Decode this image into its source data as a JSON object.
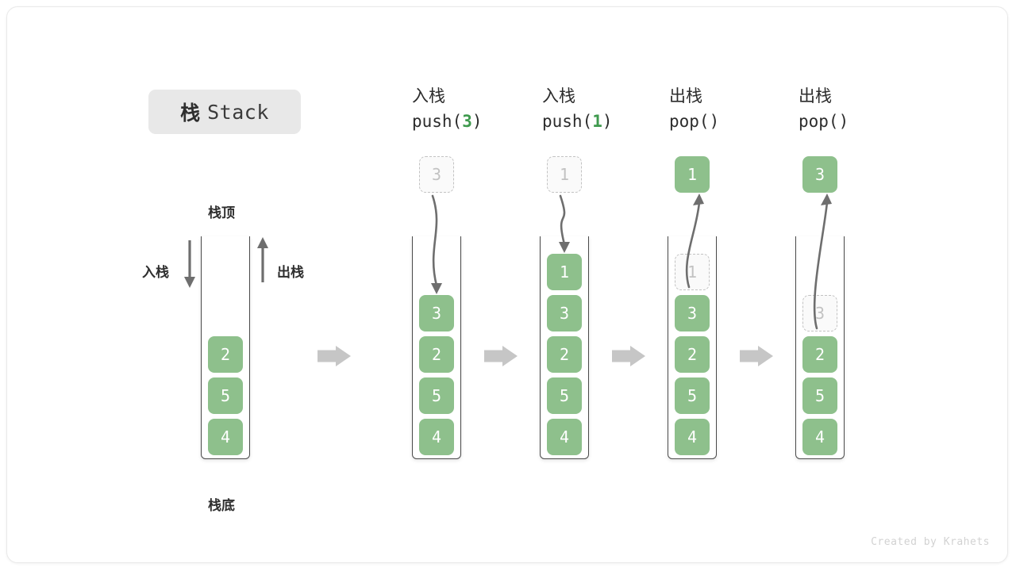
{
  "title": {
    "cn": "栈",
    "en": "Stack"
  },
  "footer": "Created by Krahets",
  "colors": {
    "tile_green": "#8ec08c",
    "accent_green": "#3f9a4e",
    "ghost_border": "#c2c2c2",
    "wall": "#4a4a4a",
    "arrow_gray": "#6e6e6e",
    "step_arrow_gray": "#c6c6c6",
    "chip_bg": "#e8e8e8"
  },
  "left_stack": {
    "label_top": "栈顶",
    "label_bottom": "栈底",
    "label_push": "入栈",
    "label_pop": "出栈",
    "push_arrow_direction": "down",
    "pop_arrow_direction": "up",
    "items": [
      "2",
      "5",
      "4"
    ]
  },
  "step_separator_icon": "right-block-arrow",
  "columns": [
    {
      "id": "push-3",
      "head_cn": "入栈",
      "head_code_prefix": "push(",
      "head_code_arg": "3",
      "head_code_suffix": ")",
      "external_tile": {
        "value": "3",
        "style": "ghost"
      },
      "arrow": "down-into-stack",
      "items": [
        {
          "value": "3",
          "style": "solid"
        },
        {
          "value": "2",
          "style": "solid"
        },
        {
          "value": "5",
          "style": "solid"
        },
        {
          "value": "4",
          "style": "solid"
        }
      ]
    },
    {
      "id": "push-1",
      "head_cn": "入栈",
      "head_code_prefix": "push(",
      "head_code_arg": "1",
      "head_code_suffix": ")",
      "external_tile": {
        "value": "1",
        "style": "ghost"
      },
      "arrow": "down-into-stack",
      "items": [
        {
          "value": "1",
          "style": "solid"
        },
        {
          "value": "3",
          "style": "solid"
        },
        {
          "value": "2",
          "style": "solid"
        },
        {
          "value": "5",
          "style": "solid"
        },
        {
          "value": "4",
          "style": "solid"
        }
      ]
    },
    {
      "id": "pop-1",
      "head_cn": "出栈",
      "head_code_prefix": "pop(",
      "head_code_arg": "",
      "head_code_suffix": ")",
      "external_tile": {
        "value": "1",
        "style": "solid"
      },
      "arrow": "up-out-of-stack",
      "items": [
        {
          "value": "1",
          "style": "ghost"
        },
        {
          "value": "3",
          "style": "solid"
        },
        {
          "value": "2",
          "style": "solid"
        },
        {
          "value": "5",
          "style": "solid"
        },
        {
          "value": "4",
          "style": "solid"
        }
      ]
    },
    {
      "id": "pop-2",
      "head_cn": "出栈",
      "head_code_prefix": "pop(",
      "head_code_arg": "",
      "head_code_suffix": ")",
      "external_tile": {
        "value": "3",
        "style": "solid"
      },
      "arrow": "up-out-of-stack",
      "items": [
        {
          "value": "3",
          "style": "ghost"
        },
        {
          "value": "2",
          "style": "solid"
        },
        {
          "value": "5",
          "style": "solid"
        },
        {
          "value": "4",
          "style": "solid"
        }
      ]
    }
  ]
}
